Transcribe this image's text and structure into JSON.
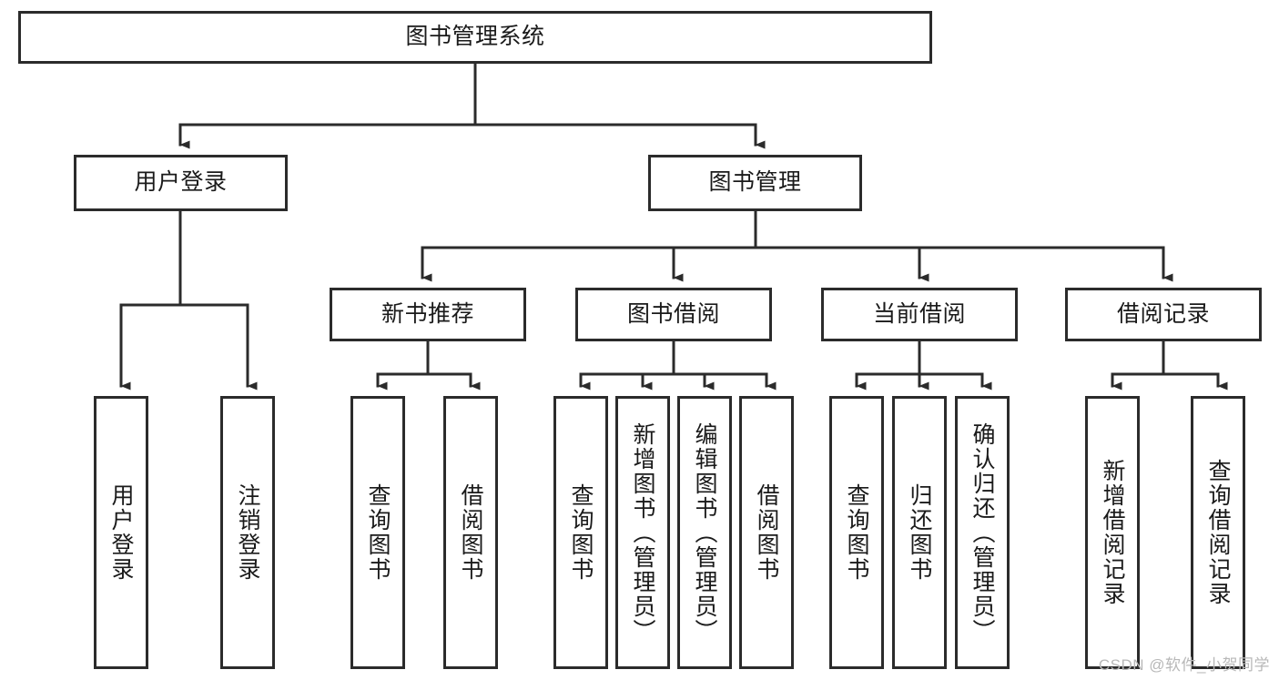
{
  "diagram": {
    "title": "图书管理系统",
    "type": "tree-hierarchy-chart",
    "root": {
      "label": "图书管理系统"
    },
    "level2": [
      {
        "label": "用户登录"
      },
      {
        "label": "图书管理"
      }
    ],
    "level3": [
      {
        "label": "新书推荐"
      },
      {
        "label": "图书借阅"
      },
      {
        "label": "当前借阅"
      },
      {
        "label": "借阅记录"
      }
    ],
    "leaves_user_login": [
      {
        "label": "用户登录"
      },
      {
        "label": "注销登录"
      }
    ],
    "leaves_new_book": [
      {
        "label": "查询图书"
      },
      {
        "label": "借阅图书"
      }
    ],
    "leaves_borrow": [
      {
        "label": "查询图书"
      },
      {
        "label": "新增图书（管理员）"
      },
      {
        "label": "编辑图书（管理员）"
      },
      {
        "label": "借阅图书"
      }
    ],
    "leaves_current": [
      {
        "label": "查询图书"
      },
      {
        "label": "归还图书"
      },
      {
        "label": "确认归还（管理员）"
      }
    ],
    "leaves_record": [
      {
        "label": "新增借阅记录"
      },
      {
        "label": "查询借阅记录"
      }
    ]
  },
  "watermark": {
    "text": "CSDN @软件_小贺同学"
  },
  "colors": {
    "stroke": "#2b2b2b",
    "background": "#ffffff",
    "text": "#1a1a1a",
    "watermark": "#b8b8b8"
  }
}
